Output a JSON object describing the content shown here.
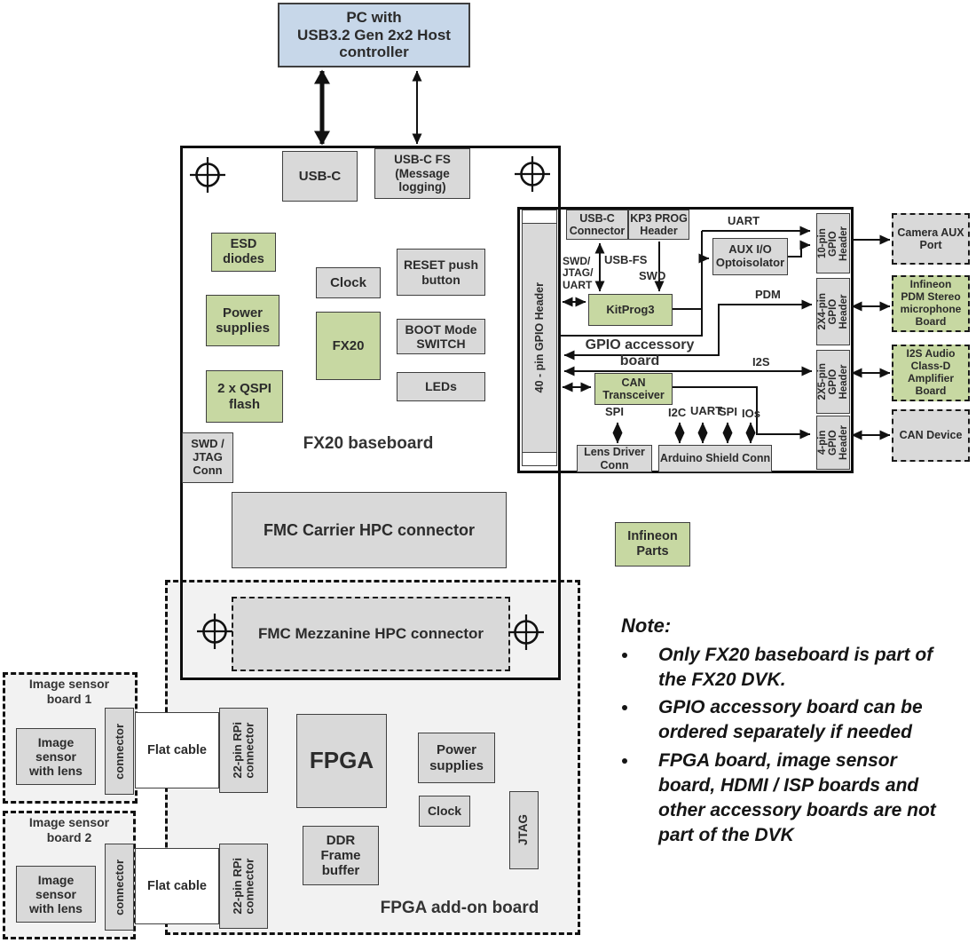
{
  "pc_box": {
    "label": "PC with\nUSB3.2 Gen 2x2 Host\ncontroller"
  },
  "fx20_baseboard": {
    "title": "FX20 baseboard",
    "usb_c": "USB-C",
    "usb_c_fs": "USB-C FS\n(Message\nlogging)",
    "esd_diodes": "ESD\ndiodes",
    "power_supplies": "Power\nsupplies",
    "qspi_flash": "2 x QSPI\nflash",
    "swd_jtag_conn": "SWD /\nJTAG\nConn",
    "clock": "Clock",
    "fx20": "FX20",
    "reset_button": "RESET push\nbutton",
    "boot_switch": "BOOT Mode\nSWITCH",
    "leds": "LEDs",
    "fmc_carrier": "FMC Carrier HPC connector"
  },
  "mezzanine": {
    "fmc_mezzanine": "FMC Mezzanine HPC connector"
  },
  "legend": {
    "infineon_parts": "Infineon\nParts"
  },
  "gpio_board": {
    "title": "GPIO accessory board",
    "header_40pin": "40 - pin GPIO Header",
    "usb_c_connector": "USB-C\nConnector",
    "kp3_prog_header": "KP3 PROG\nHeader",
    "aux_io_optoisolator": "AUX I/O\nOptoisolator",
    "kitprog3": "KitProg3",
    "can_transceiver": "CAN\nTransceiver",
    "lens_driver_conn": "Lens Driver\nConn",
    "arduino_shield_conn": "Arduino Shield Conn",
    "headers": {
      "h10": "10-pin\nGPIO\nHeader",
      "h2x4": "2X4-pin\nGPIO\nHeader",
      "h2x5": "2X5-pin\nGPIO\nHeader",
      "h4": "4-pin\nGPIO\nHeader"
    },
    "signals": {
      "uart_top": "UART",
      "swd_jtag_uart": "SWD/\nJTAG/\nUART",
      "usb_fs": "USB-FS",
      "swd": "SWD",
      "pdm": "PDM",
      "i2s": "I2S",
      "spi_lens": "SPI",
      "i2c": "I2C",
      "uart": "UART",
      "spi": "SPI",
      "ios": "IOs"
    }
  },
  "external_devices": {
    "camera_aux": "Camera AUX\nPort",
    "pdm_mic": "Infineon\nPDM Stereo\nmicrophone\nBoard",
    "i2s_amp": "I2S Audio\nClass-D\nAmplifier\nBoard",
    "can_device": "CAN Device"
  },
  "fpga_board": {
    "title": "FPGA add-on board",
    "fpga": "FPGA",
    "power_supplies": "Power\nsupplies",
    "clock": "Clock",
    "ddr_frame_buffer": "DDR\nFrame\nbuffer",
    "jtag": "JTAG",
    "flat_cable": "Flat cable",
    "rpi_connector": "22-pin RPi\nconnector"
  },
  "image_sensor_boards": [
    {
      "title": "Image sensor\nboard 1",
      "sensor": "Image\nsensor\nwith lens",
      "connector": "connector"
    },
    {
      "title": "Image sensor\nboard 2",
      "sensor": "Image\nsensor\nwith lens",
      "connector": "connector"
    }
  ],
  "note": {
    "heading": "Note:",
    "bullets": [
      "Only FX20 baseboard is part of the FX20 DVK.",
      "GPIO accessory board can be ordered separately if needed",
      "FPGA board, image sensor board, HDMI / ISP boards and other accessory boards are not part of the DVK"
    ]
  },
  "colors": {
    "infineon_green": "#c7d8a2",
    "component_gray": "#d9d9d9",
    "pc_blue": "#c7d7e9",
    "board_light_gray": "#f2f2f2",
    "line_black": "#111111"
  }
}
